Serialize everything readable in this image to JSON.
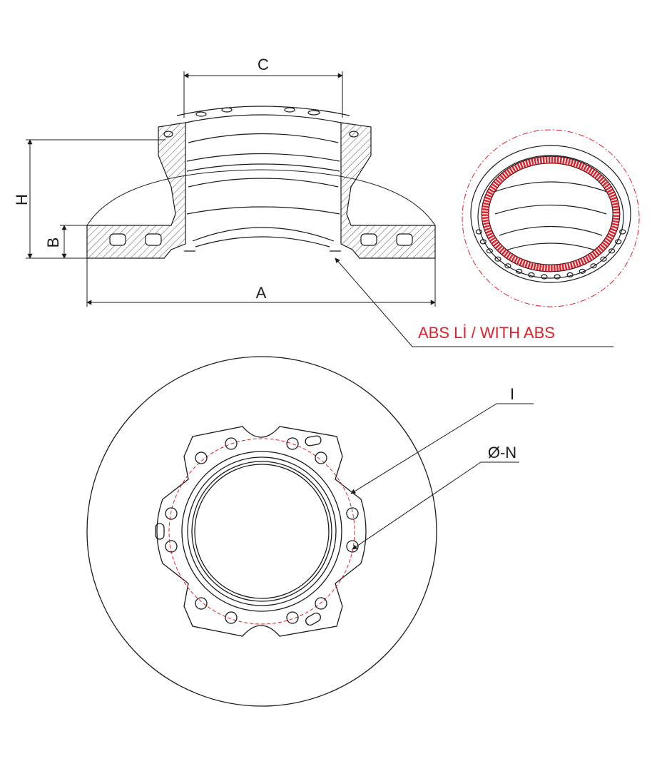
{
  "labels": {
    "c": "C",
    "h": "H",
    "b": "B",
    "a": "A",
    "abs": "ABS Lİ / WITH ABS",
    "i": "I",
    "n": "Ø-N"
  },
  "colors": {
    "line": "#1a1a1a",
    "accent": "#e0202a",
    "hatch": "#555555"
  },
  "icons": {
    "section": "brake-disc-cross-section",
    "detail": "abs-ring-detail",
    "plan": "brake-disc-top-view"
  }
}
